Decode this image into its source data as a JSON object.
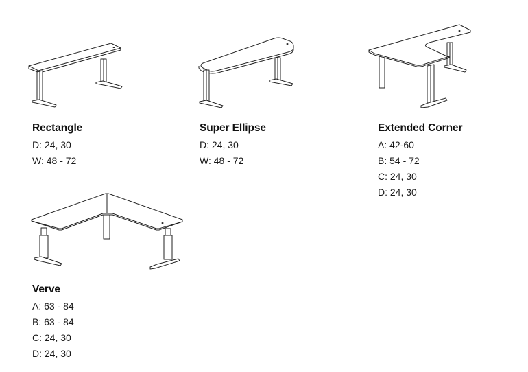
{
  "products": [
    {
      "name": "Rectangle",
      "specs": [
        "D: 24, 30",
        "W: 48 - 72"
      ]
    },
    {
      "name": "Super Ellipse",
      "specs": [
        "D: 24, 30",
        "W: 48 - 72"
      ]
    },
    {
      "name": "Extended Corner",
      "specs": [
        "A: 42-60",
        "B: 54 - 72",
        "C: 24, 30",
        "D: 24, 30"
      ]
    },
    {
      "name": "Verve",
      "specs": [
        "A: 63 - 84",
        "B: 63 - 84",
        "C: 24, 30",
        "D: 24, 30"
      ]
    }
  ]
}
